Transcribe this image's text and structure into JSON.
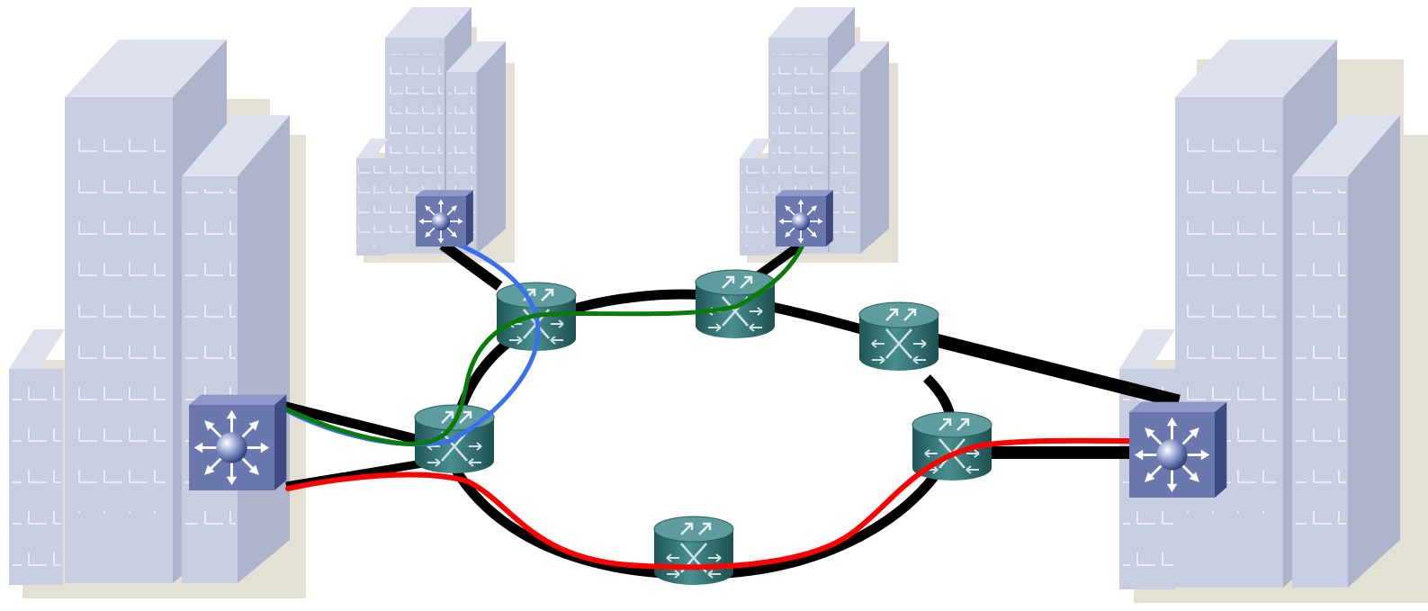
{
  "diagram": {
    "buildings": [
      {
        "id": "campus-west",
        "kind": "large"
      },
      {
        "id": "site-north-a",
        "kind": "small"
      },
      {
        "id": "site-north-b",
        "kind": "small"
      },
      {
        "id": "campus-east",
        "kind": "large"
      }
    ],
    "switches": [
      {
        "id": "l3-switch-west",
        "icon": "multilayer-switch-icon"
      },
      {
        "id": "l3-switch-north-a",
        "icon": "multilayer-switch-icon"
      },
      {
        "id": "l3-switch-north-b",
        "icon": "multilayer-switch-icon"
      },
      {
        "id": "l3-switch-east",
        "icon": "multilayer-switch-icon"
      }
    ],
    "routers": [
      {
        "id": "router-r1",
        "icon": "atm-switch-router-icon"
      },
      {
        "id": "router-r2",
        "icon": "atm-switch-router-icon"
      },
      {
        "id": "router-r3",
        "icon": "atm-switch-router-icon"
      },
      {
        "id": "router-r4",
        "icon": "atm-switch-router-icon"
      },
      {
        "id": "router-r5",
        "icon": "atm-switch-router-icon"
      },
      {
        "id": "router-r6",
        "icon": "atm-switch-router-icon"
      }
    ],
    "paths": [
      {
        "id": "path-blue",
        "color": "#3a6ff0"
      },
      {
        "id": "path-green",
        "color": "#0a7a0a"
      },
      {
        "id": "path-red",
        "color": "#ff0000"
      }
    ],
    "colors": {
      "building_front": "#c8cde0",
      "building_side": "#aeb4cc",
      "building_top": "#dde1ee",
      "building_shadow": "#e4e0d6",
      "switch_face": "#6a78ad",
      "router_body": "#2f6f70",
      "physical_link": "#000000"
    }
  }
}
